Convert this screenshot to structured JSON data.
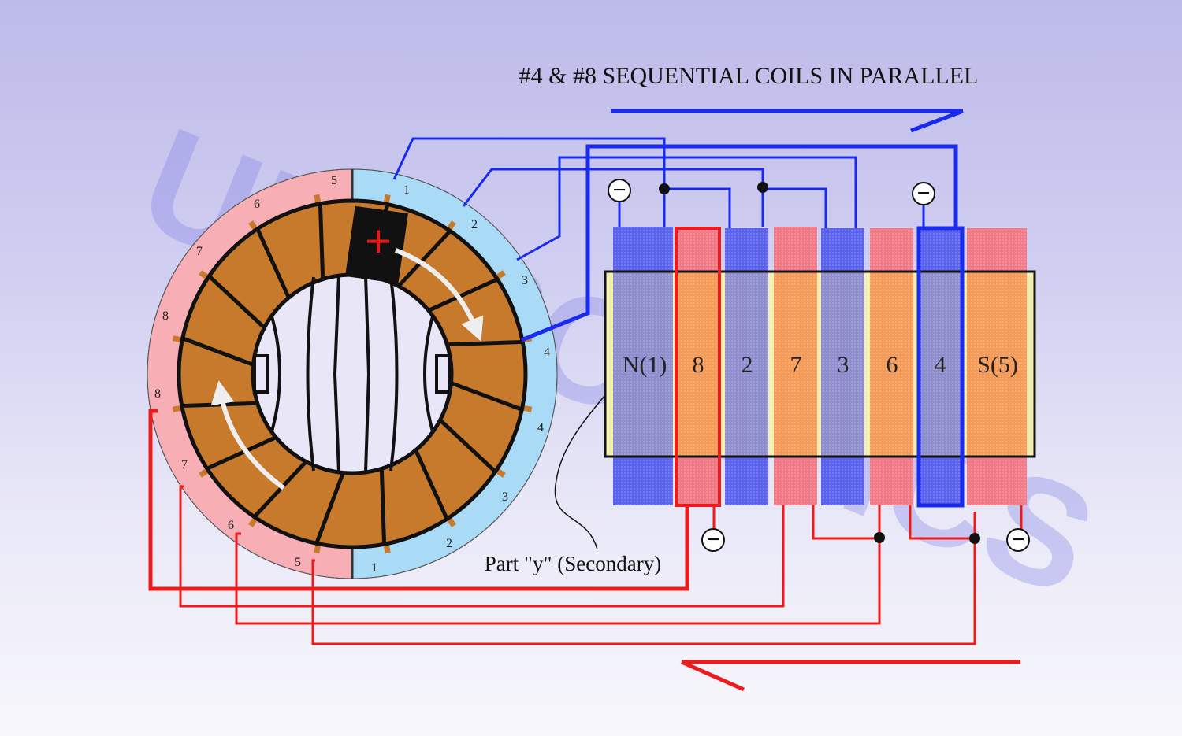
{
  "title": "#4 & #8 SEQUENTIAL COILS IN PARALLEL",
  "watermark": "UFOPOLITICS",
  "part_label": "Part \"y\" (Secondary)",
  "rotor_plus_sign": "+",
  "minus_sign": "−",
  "coil_labels": [
    "N(1)",
    "8",
    "2",
    "7",
    "3",
    "6",
    "4",
    "S(5)"
  ],
  "ring_numbers": {
    "n1": "1",
    "n2": "2",
    "n3": "3",
    "n4": "4",
    "n4b": "4",
    "n3b": "3",
    "n2b": "2",
    "n1b": "1",
    "n5": "5",
    "n6": "6",
    "n7": "7",
    "n8": "8",
    "n8b": "8",
    "n7b": "7",
    "n6b": "6",
    "n5b": "5"
  },
  "colors": {
    "blue_wire": "#1a2bf0",
    "red_wire": "#ee1b1b",
    "blue_coil": "#5b63ee",
    "red_coil": "#f27a86",
    "core": "#f59a57",
    "rotor": "#c77a2c",
    "ring_blue": "#a9dbf7",
    "ring_red": "#f7aeb4"
  }
}
